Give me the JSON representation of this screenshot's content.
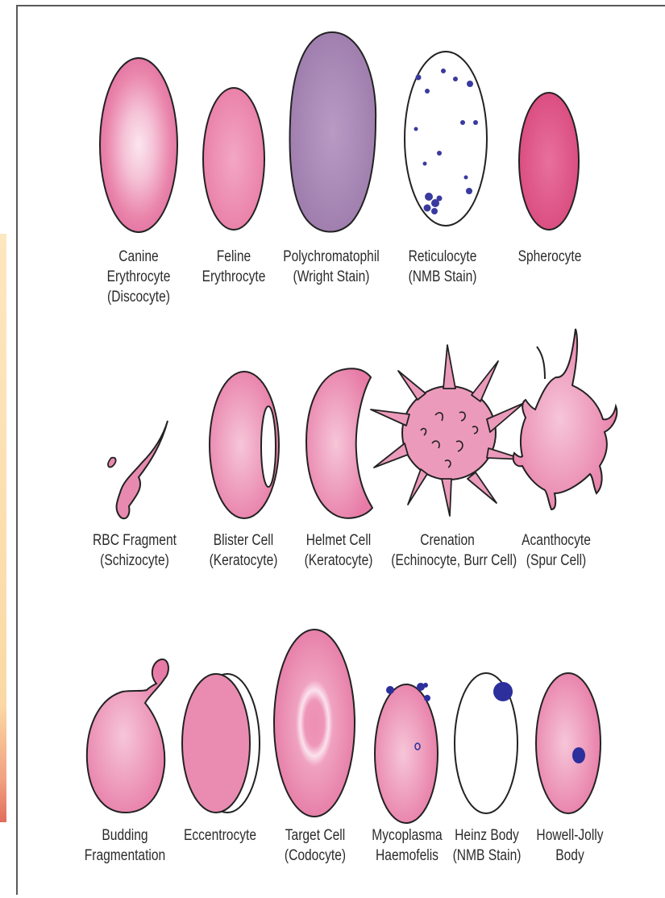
{
  "colors": {
    "cell_pink": "#e77aa6",
    "cell_light": "#f7d4e2",
    "outline": "#222222",
    "stain_blue": "#2c2f9c",
    "polychromatophil_purple": "#a98bb5",
    "spherocyte_deep": "#de5a8a"
  },
  "cells": [
    {
      "id": "canine-erythrocyte",
      "lines": [
        "Canine",
        "Erythrocyte",
        "(Discocyte)"
      ]
    },
    {
      "id": "feline-erythrocyte",
      "lines": [
        "Feline",
        "Erythrocyte"
      ]
    },
    {
      "id": "polychromatophil",
      "lines": [
        "Polychromatophil",
        "(Wright Stain)"
      ]
    },
    {
      "id": "reticulocyte",
      "lines": [
        "Reticulocyte",
        "(NMB Stain)"
      ]
    },
    {
      "id": "spherocyte",
      "lines": [
        "Spherocyte"
      ]
    },
    {
      "id": "rbc-fragment",
      "lines": [
        "RBC Fragment",
        "(Schizocyte)"
      ]
    },
    {
      "id": "blister-cell",
      "lines": [
        "Blister Cell",
        "(Keratocyte)"
      ]
    },
    {
      "id": "helmet-cell",
      "lines": [
        "Helmet Cell",
        "(Keratocyte)"
      ]
    },
    {
      "id": "crenation",
      "lines": [
        "Crenation",
        "(Echinocyte, Burr Cell)"
      ]
    },
    {
      "id": "acanthocyte",
      "lines": [
        "Acanthocyte",
        "(Spur Cell)"
      ]
    },
    {
      "id": "budding-fragmentation",
      "lines": [
        "Budding",
        "Fragmentation"
      ]
    },
    {
      "id": "eccentrocyte",
      "lines": [
        "Eccentrocyte"
      ]
    },
    {
      "id": "target-cell",
      "lines": [
        "Target Cell",
        "(Codocyte)"
      ]
    },
    {
      "id": "mycoplasma-haemofelis",
      "lines": [
        "Mycoplasma",
        "Haemofelis"
      ]
    },
    {
      "id": "heinz-body",
      "lines": [
        "Heinz Body",
        "(NMB Stain)"
      ]
    },
    {
      "id": "howell-jolly-body",
      "lines": [
        "Howell-Jolly",
        "Body"
      ]
    }
  ]
}
